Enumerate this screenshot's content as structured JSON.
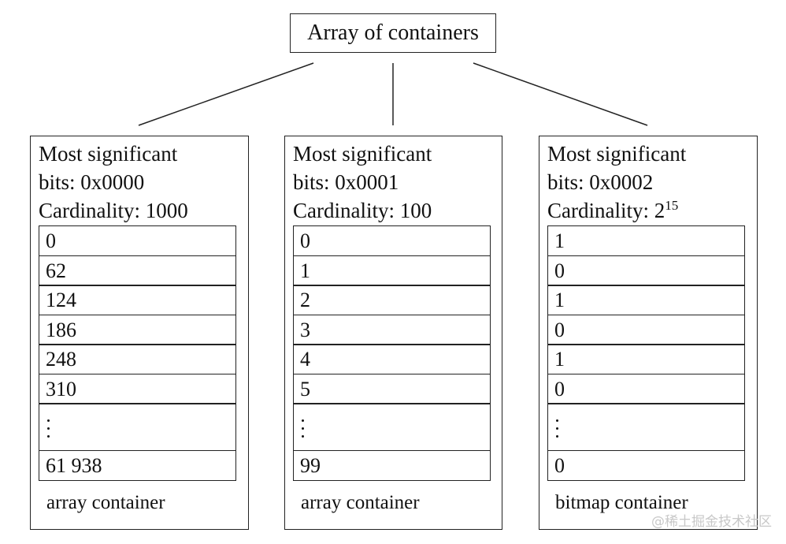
{
  "root": {
    "label": "Array of containers"
  },
  "containers": [
    {
      "header_line1": "Most significant",
      "header_line2": "bits: 0x0000",
      "cardinality_label": "Cardinality: 1000",
      "cardinality_exp": "",
      "cells": [
        "0",
        "62",
        "124",
        "186",
        "248",
        "310"
      ],
      "last_cell": "61 938",
      "caption": "array container"
    },
    {
      "header_line1": "Most significant",
      "header_line2": "bits: 0x0001",
      "cardinality_label": "Cardinality: 100",
      "cardinality_exp": "",
      "cells": [
        "0",
        "1",
        "2",
        "3",
        "4",
        "5"
      ],
      "last_cell": "99",
      "caption": "array container"
    },
    {
      "header_line1": "Most significant",
      "header_line2": "bits: 0x0002",
      "cardinality_label": "Cardinality: 2",
      "cardinality_exp": "15",
      "cells": [
        "1",
        "0",
        "1",
        "0",
        "1",
        "0"
      ],
      "last_cell": "0",
      "caption": "bitmap container"
    }
  ],
  "watermark": "@稀土掘金技术社区"
}
